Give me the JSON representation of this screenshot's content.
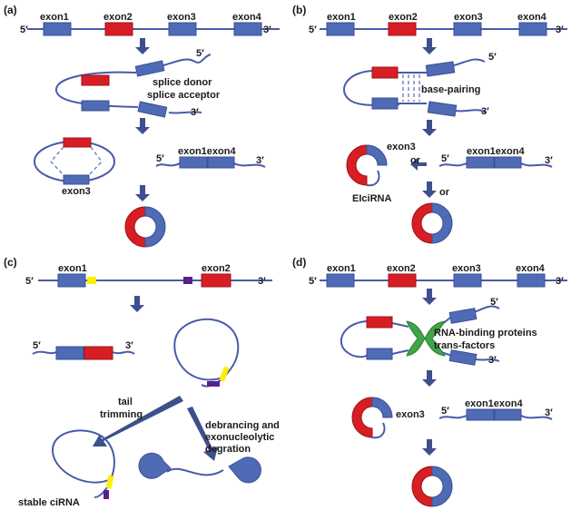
{
  "panels": {
    "a": {
      "label": "(a)",
      "prime5": "5′",
      "prime3": "3′",
      "exons": [
        "exon1",
        "exon2",
        "exon3",
        "exon4"
      ],
      "donor": "splice donor",
      "acceptor": "splice acceptor",
      "lariat_exon": "exon3",
      "product_5": "5′",
      "product_3": "3′",
      "product_label": "exon1exon4"
    },
    "b": {
      "label": "(b)",
      "prime5": "5′",
      "prime3": "3′",
      "exons": [
        "exon1",
        "exon2",
        "exon3",
        "exon4"
      ],
      "pairing": "base-pairing",
      "lariat_exon": "exon3",
      "or1": "or",
      "or2": "or",
      "eicirna": "EIciRNA",
      "product_5": "5′",
      "product_3": "3′",
      "product_label": "exon1exon4"
    },
    "c": {
      "label": "(c)",
      "prime5": "5′",
      "prime3": "3′",
      "exons": [
        "exon1",
        "exon2"
      ],
      "product_5": "5′",
      "product_3": "3′",
      "tail": "tail",
      "trimming": "trimming",
      "deb1": "debrancing and",
      "deb2": "exonucleolytic",
      "deb3": "degration",
      "stable": "stable ciRNA"
    },
    "d": {
      "label": "(d)",
      "prime5": "5′",
      "prime3": "3′",
      "exons": [
        "exon1",
        "exon2",
        "exon3",
        "exon4"
      ],
      "rbp1": "RNA-binding proteins",
      "rbp2": "trans-factors",
      "lariat_exon": "exon3",
      "product_5": "5′",
      "product_3": "3′",
      "product_label": "exon1exon4"
    }
  },
  "colors": {
    "exon_blue": "#4f6bb5",
    "exon_red": "#d81e25",
    "yellow": "#ffee00",
    "purple": "#5a1f8a",
    "green": "#3fa548"
  }
}
